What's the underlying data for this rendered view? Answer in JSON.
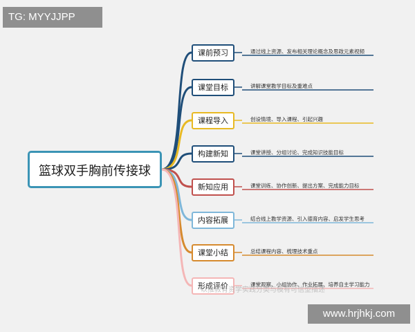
{
  "overlay": {
    "tag": "TG: MYYJJPP",
    "site": "www.hrjhkj.com",
    "watermark_text": "以推教育资学实践分类与模有可信型描述"
  },
  "root": {
    "label": "篮球双手胸前传接球",
    "color": "#3b94b5"
  },
  "branches": [
    {
      "label": "课前预习",
      "desc": "通过线上资源、发布相关理论概念及思政元素视频",
      "color": "#1f4e79"
    },
    {
      "label": "课堂目标",
      "desc": "讲解课堂教学目标及重难点",
      "color": "#1f4e79"
    },
    {
      "label": "课程导入",
      "desc": "创设情境、导入课程、引起兴趣",
      "color": "#e8b923"
    },
    {
      "label": "构建新知",
      "desc": "课堂讲授、分组讨论、完成知识技能目标",
      "color": "#1f4e79"
    },
    {
      "label": "新知应用",
      "desc": "课堂训练、协作创新、提出方案、完成能力目标",
      "color": "#c0504d"
    },
    {
      "label": "内容拓展",
      "desc": "结合线上教学资源、引入德育内容、启发学生思考",
      "color": "#7fb7d9"
    },
    {
      "label": "课堂小结",
      "desc": "总结课程内容、梳理技术重点",
      "color": "#d68a2e"
    },
    {
      "label": "形成评价",
      "desc": "课堂观察、小组协作、作业拓展、培养自主学习能力",
      "color": "#f4b6b6"
    }
  ]
}
